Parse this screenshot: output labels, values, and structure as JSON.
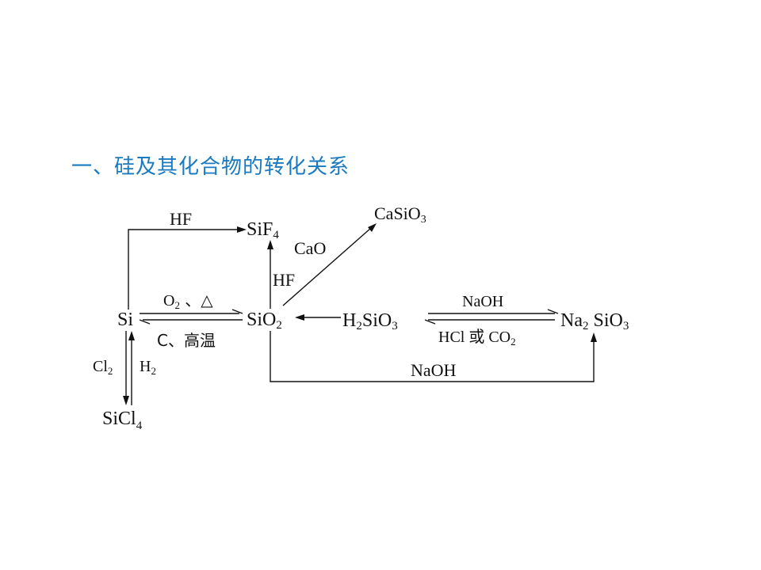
{
  "title": "一、硅及其化合物的转化关系",
  "species": {
    "si": "Si",
    "sio2_main": "SiO",
    "sio2_sub": "2",
    "sif4_main": "SiF",
    "sif4_sub": "4",
    "casio3_main": "CaSiO",
    "casio3_sub": "3",
    "h2sio3_a": "H",
    "h2sio3_sub1": "2",
    "h2sio3_b": "SiO",
    "h2sio3_sub2": "3",
    "na2sio3_a": "Na",
    "na2sio3_sub1": "2",
    "na2sio3_b": " SiO",
    "na2sio3_sub2": "3",
    "sicl4_main": "SiCl",
    "sicl4_sub": "4"
  },
  "reagents": {
    "hf_top": "HF",
    "cao": "CaO",
    "hf_vertical": "HF",
    "o2_main": "O",
    "o2_sub": "2",
    "o2_rest": " 、△",
    "c_high_temp": "C、高温",
    "naoh_top": "NaOH",
    "hcl_a": "HCl 或 CO",
    "hcl_sub": "2",
    "naoh_bottom": "NaOH",
    "cl2_main": "Cl",
    "cl2_sub": "2",
    "h2_main": "H",
    "h2_sub": "2"
  }
}
